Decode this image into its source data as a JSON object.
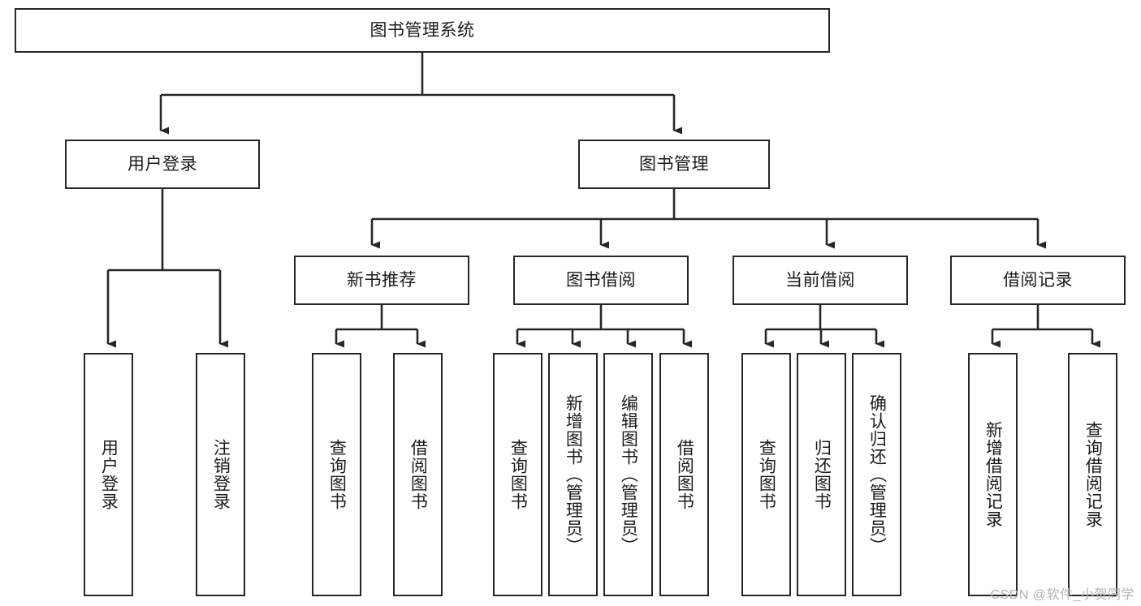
{
  "diagram": {
    "title": "图书管理系统",
    "type": "tree-hierarchy",
    "watermark": "CSDN @软件_小贺同学",
    "colors": {
      "stroke": "#262626",
      "fill": "#ffffff",
      "text": "#1b1b1b",
      "watermark": "#b4b4b4"
    },
    "nodes": {
      "root": {
        "label": "图书管理系统",
        "level": 1
      },
      "l2_user_login": {
        "label": "用户登录",
        "level": 2
      },
      "l2_book_manage": {
        "label": "图书管理",
        "level": 2
      },
      "l3_new_book_rec": {
        "label": "新书推荐",
        "level": 3
      },
      "l3_book_borrow": {
        "label": "图书借阅",
        "level": 3
      },
      "l3_current_borrow": {
        "label": "当前借阅",
        "level": 3
      },
      "l3_borrow_record": {
        "label": "借阅记录",
        "level": 3
      },
      "leaf_user_login": {
        "label": "用户登录",
        "level": 4
      },
      "leaf_logout": {
        "label": "注销登录",
        "level": 4
      },
      "leaf_query_book_1": {
        "label": "查询图书",
        "level": 4
      },
      "leaf_borrow_book_1": {
        "label": "借阅图书",
        "level": 4
      },
      "leaf_query_book_2": {
        "label": "查询图书",
        "level": 4
      },
      "leaf_add_book": {
        "label": "新增图书（管理员）",
        "level": 4
      },
      "leaf_edit_book": {
        "label": "编辑图书（管理员）",
        "level": 4
      },
      "leaf_borrow_book_2": {
        "label": "借阅图书",
        "level": 4
      },
      "leaf_query_book_3": {
        "label": "查询图书",
        "level": 4
      },
      "leaf_return_book": {
        "label": "归还图书",
        "level": 4
      },
      "leaf_confirm_return": {
        "label": "确认归还（管理员）",
        "level": 4
      },
      "leaf_add_record": {
        "label": "新增借阅记录",
        "level": 4
      },
      "leaf_query_record": {
        "label": "查询借阅记录",
        "level": 4
      }
    }
  }
}
